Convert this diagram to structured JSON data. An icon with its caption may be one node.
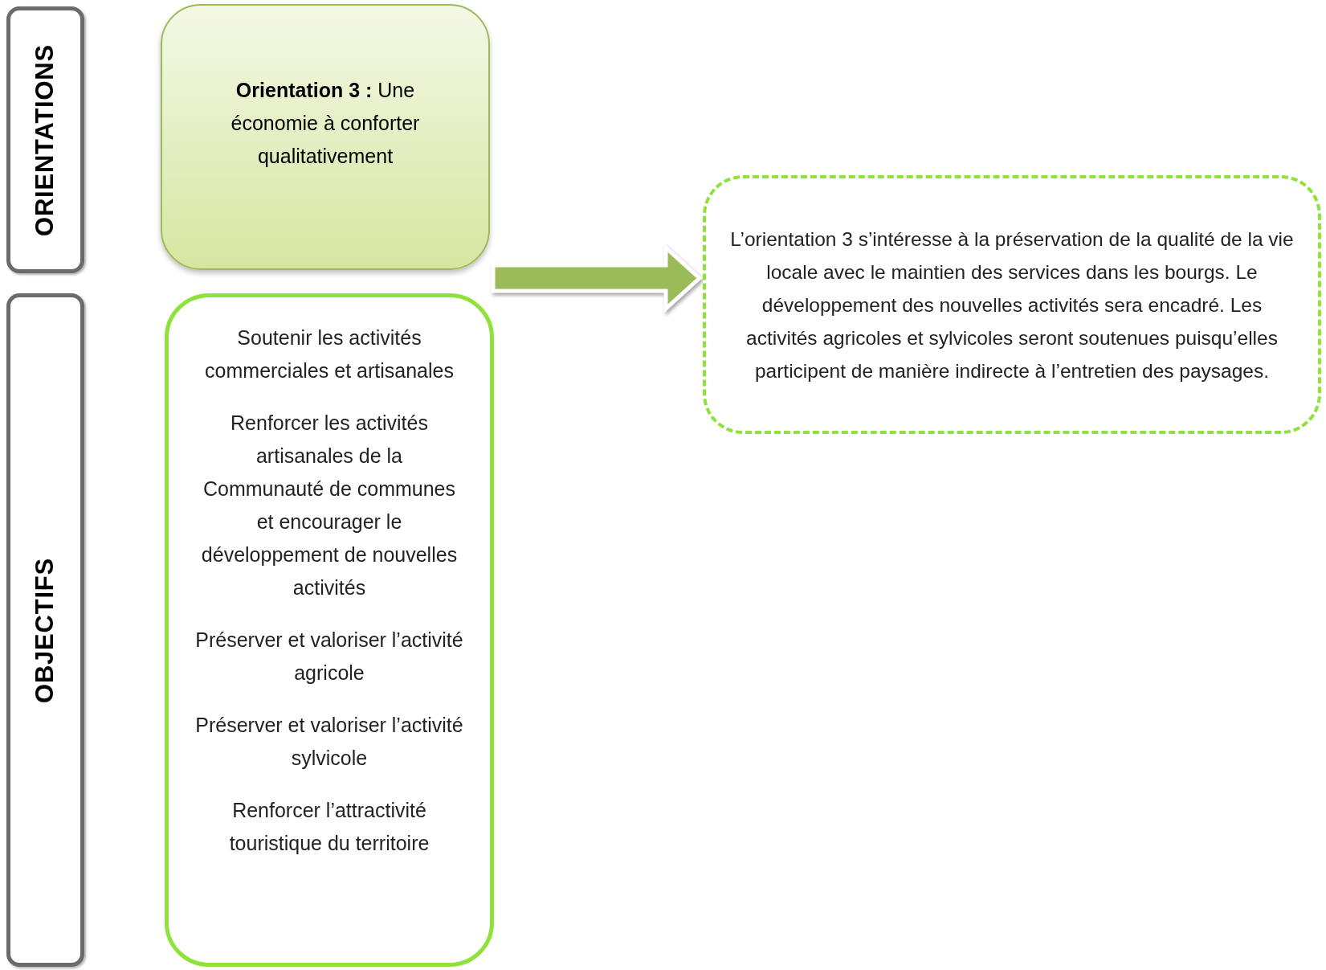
{
  "diagram": {
    "nodes": [
      {
        "text": [
          "ORIENTATIONS"
        ]
      },
      {
        "text": [
          "OBJECTIFS"
        ]
      },
      {
        "text": [
          "**Orientation 3 :** Une économie à conforter qualitativement"
        ]
      },
      {
        "text": [
          "Soutenir les activités commerciales et artisanales",
          "Renforcer les activités artisanales de la Communauté de communes et encourager le développement de nouvelles activités",
          "Préserver et valoriser l’activité agricole",
          "Préserver et valoriser l’activité sylvicole",
          "Renforcer l’attractivité touristique du territoire"
        ]
      },
      {
        "text": [
          "L’orientation 3 s’intéresse à la préservation de la qualité de la vie locale avec le maintien des services dans les bourgs. Le développement des nouvelles activités sera encadré. Les activités agricoles et sylvicoles seront soutenues puisqu’elles participent de manière indirecte à l’entretien des paysages."
        ]
      }
    ],
    "edges": [
      {
        "from": 2,
        "to": 4,
        "arrow": "to",
        "style": "thick",
        "color": "#9bbb59"
      }
    ]
  }
}
